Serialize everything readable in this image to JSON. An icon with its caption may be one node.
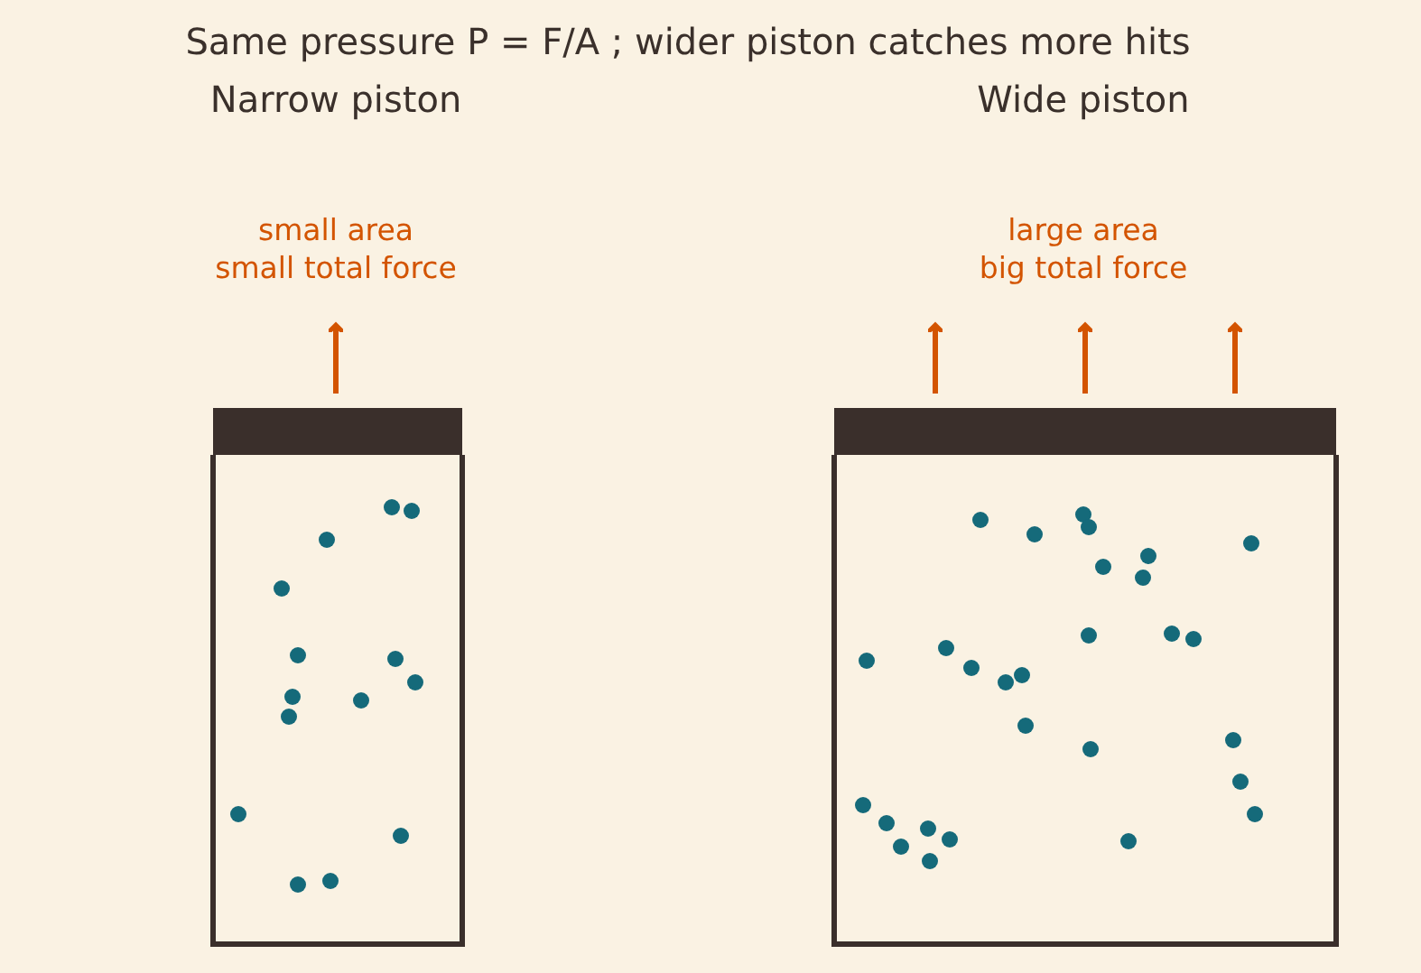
{
  "diagram": {
    "title": "Same pressure P = F/A ; wider piston catches more hits",
    "labels": [
      "Narrow piston",
      "Wide piston",
      "small area small total force",
      "large area big total force"
    ]
  }
}
